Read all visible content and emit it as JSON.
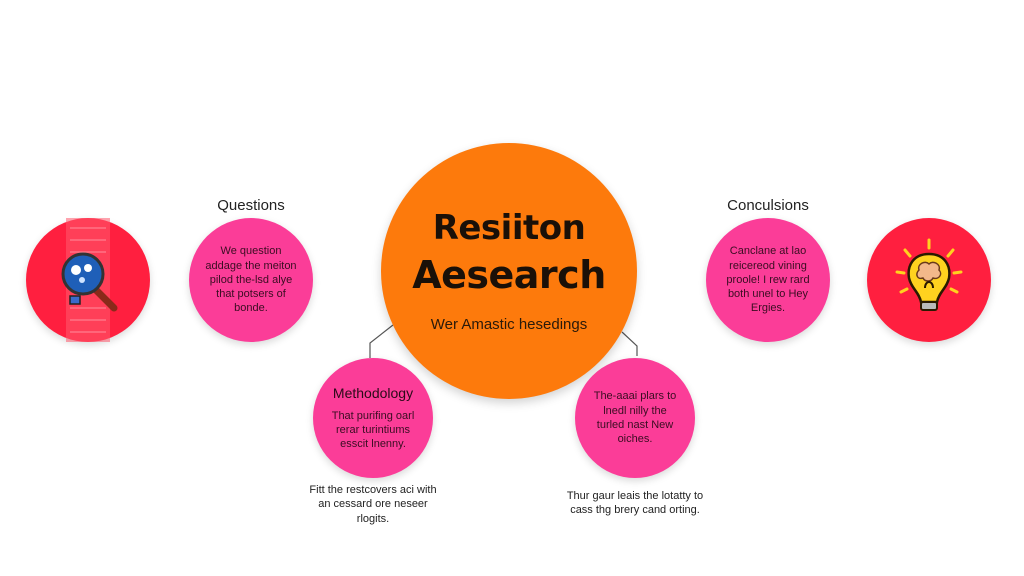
{
  "center": {
    "title_line1": "Resiiton",
    "title_line2": "Aesearch",
    "subtitle": "Wer Amastic hesedings"
  },
  "questions": {
    "label": "Questions",
    "body": "We question addage the meiton pilod the-lsd alye that potsers of bonde."
  },
  "conclusions": {
    "label": "Conculsions",
    "body": "Canclane at lao reicereod vining proole! I rew rard both unel to Hey Ergies."
  },
  "methodology": {
    "title": "Methodology",
    "body": "That purifing oarl rerar turintiums esscit lnenny.",
    "caption": "Fitt the restcovers aci with an cessard ore neseer rlogits."
  },
  "findings": {
    "body": "The-aaai plars to lnedl nilly the turled nast New oiches.",
    "caption": "Thur gaur leais the lotatty to cass thg brery cand orting."
  },
  "icons": {
    "left": "magnifying-glass-icon",
    "right": "lightbulb-brain-icon"
  },
  "colors": {
    "center": "#fd7a0c",
    "pink": "#fb3d98",
    "red": "#ff1f3f",
    "connector": "#555555"
  }
}
